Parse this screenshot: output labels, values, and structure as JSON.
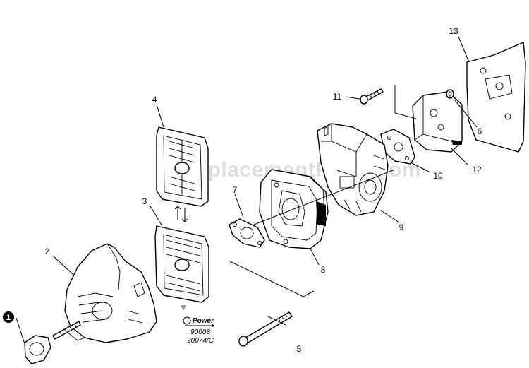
{
  "watermark": "eReplacementParts.com",
  "callouts": {
    "c1": "1",
    "c2": "2",
    "c3": "3",
    "c4": "4",
    "c5": "5",
    "c6": "6",
    "c7": "7",
    "c8": "8",
    "c9": "9",
    "c10": "10",
    "c11": "11",
    "c12": "12",
    "c13": "13"
  },
  "kit_stamp": {
    "brand": "Power",
    "code_1": "90008",
    "code_2": "90074/C"
  }
}
